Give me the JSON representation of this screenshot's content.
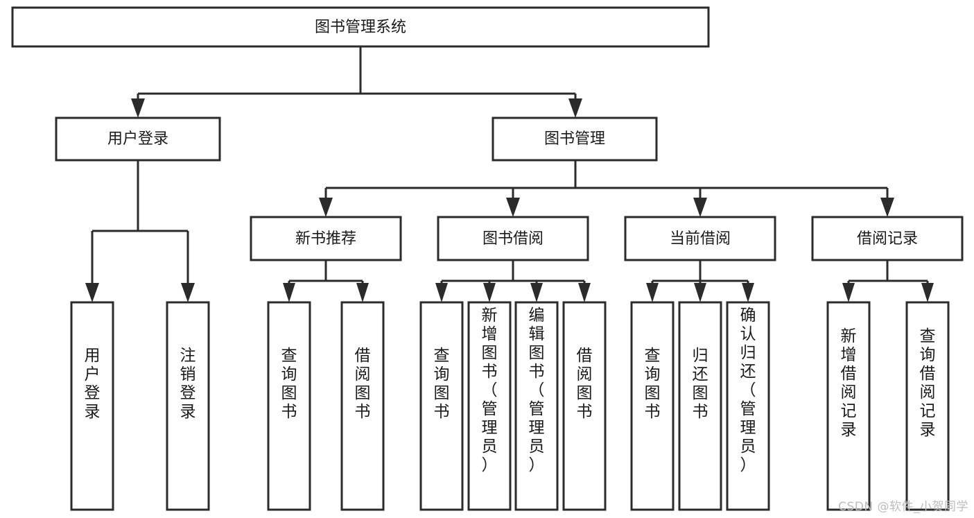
{
  "diagram": {
    "title": "图书管理系统",
    "type": "tree",
    "orientation": "top-down",
    "watermark": "CSDN @软件_小贺同学",
    "colors": {
      "background": "#ffffff",
      "box_fill": "#ffffff",
      "box_stroke": "#2b2b2b",
      "text": "#1a1a1a",
      "watermark": "#bdbdbd"
    },
    "root": {
      "id": "root",
      "label": "图书管理系统",
      "orientation": "horizontal"
    },
    "level2": [
      {
        "id": "user-login",
        "label": "用户登录",
        "orientation": "horizontal"
      },
      {
        "id": "book-manage",
        "label": "图书管理",
        "orientation": "horizontal"
      }
    ],
    "level3": [
      {
        "id": "new-book-recommend",
        "label": "新书推荐",
        "parent": "book-manage",
        "orientation": "horizontal"
      },
      {
        "id": "book-borrow",
        "label": "图书借阅",
        "parent": "book-manage",
        "orientation": "horizontal"
      },
      {
        "id": "current-borrow",
        "label": "当前借阅",
        "parent": "book-manage",
        "orientation": "horizontal"
      },
      {
        "id": "borrow-record",
        "label": "借阅记录",
        "parent": "book-manage",
        "orientation": "horizontal"
      }
    ],
    "leaves": [
      {
        "id": "leaf-user-login",
        "label": "用户登录",
        "parent": "user-login",
        "orientation": "vertical"
      },
      {
        "id": "leaf-user-logout",
        "label": "注销登录",
        "parent": "user-login",
        "orientation": "vertical"
      },
      {
        "id": "leaf-query-book-rec",
        "label": "查询图书",
        "parent": "new-book-recommend",
        "orientation": "vertical"
      },
      {
        "id": "leaf-borrow-book-rec",
        "label": "借阅图书",
        "parent": "new-book-recommend",
        "orientation": "vertical"
      },
      {
        "id": "leaf-query-book-borrow",
        "label": "查询图书",
        "parent": "book-borrow",
        "orientation": "vertical"
      },
      {
        "id": "leaf-add-book-admin",
        "label": "新增图书（管理员）",
        "parent": "book-borrow",
        "orientation": "vertical"
      },
      {
        "id": "leaf-edit-book-admin",
        "label": "编辑图书（管理员）",
        "parent": "book-borrow",
        "orientation": "vertical"
      },
      {
        "id": "leaf-borrow-book",
        "label": "借阅图书",
        "parent": "book-borrow",
        "orientation": "vertical"
      },
      {
        "id": "leaf-query-book-current",
        "label": "查询图书",
        "parent": "current-borrow",
        "orientation": "vertical"
      },
      {
        "id": "leaf-return-book",
        "label": "归还图书",
        "parent": "current-borrow",
        "orientation": "vertical"
      },
      {
        "id": "leaf-confirm-return-admin",
        "label": "确认归还（管理员）",
        "parent": "current-borrow",
        "orientation": "vertical"
      },
      {
        "id": "leaf-add-borrow-record",
        "label": "新增借阅记录",
        "parent": "borrow-record",
        "orientation": "vertical"
      },
      {
        "id": "leaf-query-borrow-record",
        "label": "查询借阅记录",
        "parent": "borrow-record",
        "orientation": "vertical"
      }
    ]
  }
}
